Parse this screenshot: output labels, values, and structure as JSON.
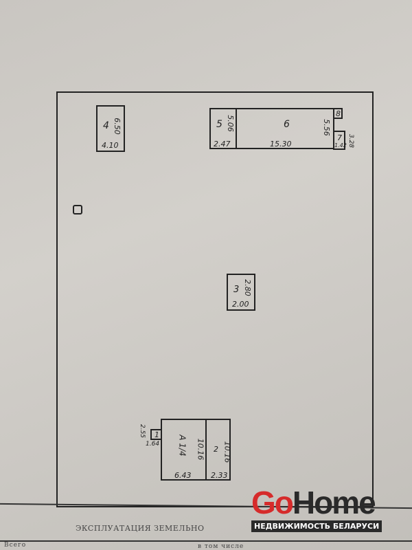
{
  "plan": {
    "b4": {
      "num": "4",
      "h": "6.50",
      "w": "4.10"
    },
    "b5": {
      "num": "5",
      "h": "5.06",
      "w": "2.47"
    },
    "b6": {
      "num": "6",
      "w": "15.30",
      "h": "5.56"
    },
    "b7": {
      "num": "7",
      "w": "1.42",
      "h": "3.28"
    },
    "b8": {
      "num": "8"
    },
    "b3": {
      "num": "3",
      "h": "2.80",
      "w": "2.00"
    },
    "b1": {
      "num": "1",
      "h": "2.55",
      "w": "1.64"
    },
    "bA": {
      "num": "А 1/4",
      "h": "10.16",
      "w": "6.43"
    },
    "b2": {
      "num": "2",
      "h": "10.16",
      "w": "2.33"
    }
  },
  "footer": {
    "heading": "ЭКСПЛУАТАЦИЯ ЗЕМЕЛЬНО",
    "total": "Всего",
    "including": "в том числе"
  },
  "watermark": {
    "go": "Go",
    "home": "Home",
    "tagline": "НЕДВИЖИМОСТЬ БЕЛАРУСИ"
  }
}
